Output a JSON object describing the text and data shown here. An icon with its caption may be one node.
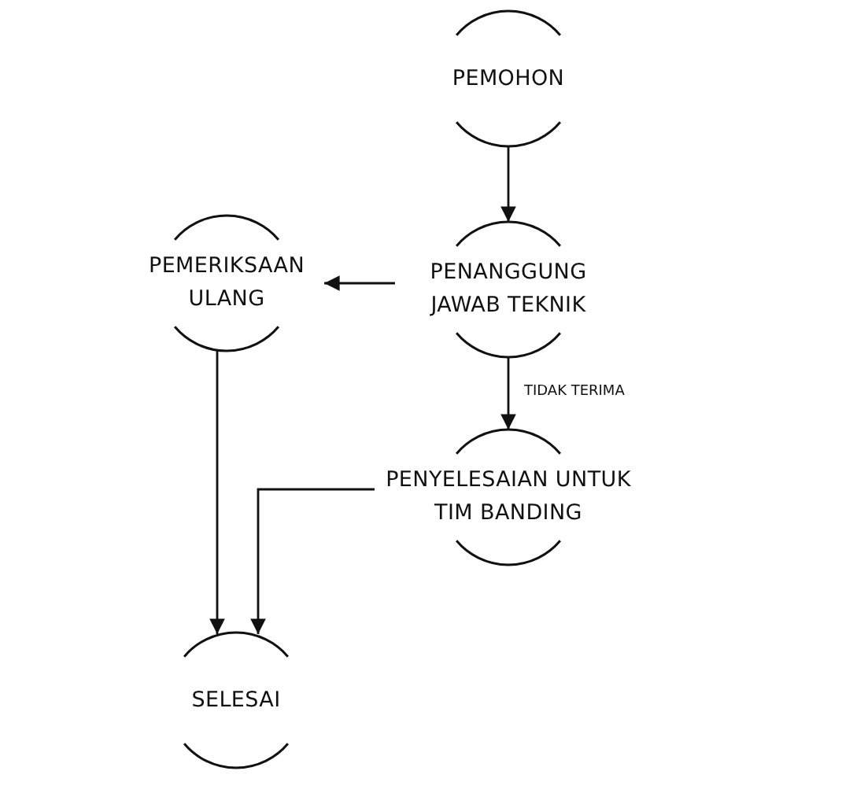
{
  "diagram": {
    "nodes": [
      {
        "text": [
          "PEMOHON"
        ]
      },
      {
        "text": [
          "PENANGGUNG JAWAB TEKNIK"
        ]
      },
      {
        "text": [
          "PEMERIKSAAN ULANG"
        ]
      },
      {
        "text": [
          "PENYELESAIAN UNTUK TIM BANDING"
        ]
      },
      {
        "text": [
          "SELESAI"
        ]
      }
    ],
    "edges": [
      {
        "from": 0,
        "to": 1,
        "arrow": "to"
      },
      {
        "from": 1,
        "to": 2,
        "arrow": "to"
      },
      {
        "from": 1,
        "to": 3,
        "arrow": "to",
        "label": "TIDAK TERIMA"
      },
      {
        "from": 2,
        "to": 4,
        "arrow": "to"
      },
      {
        "from": 3,
        "to": 4,
        "arrow": "to"
      }
    ]
  }
}
